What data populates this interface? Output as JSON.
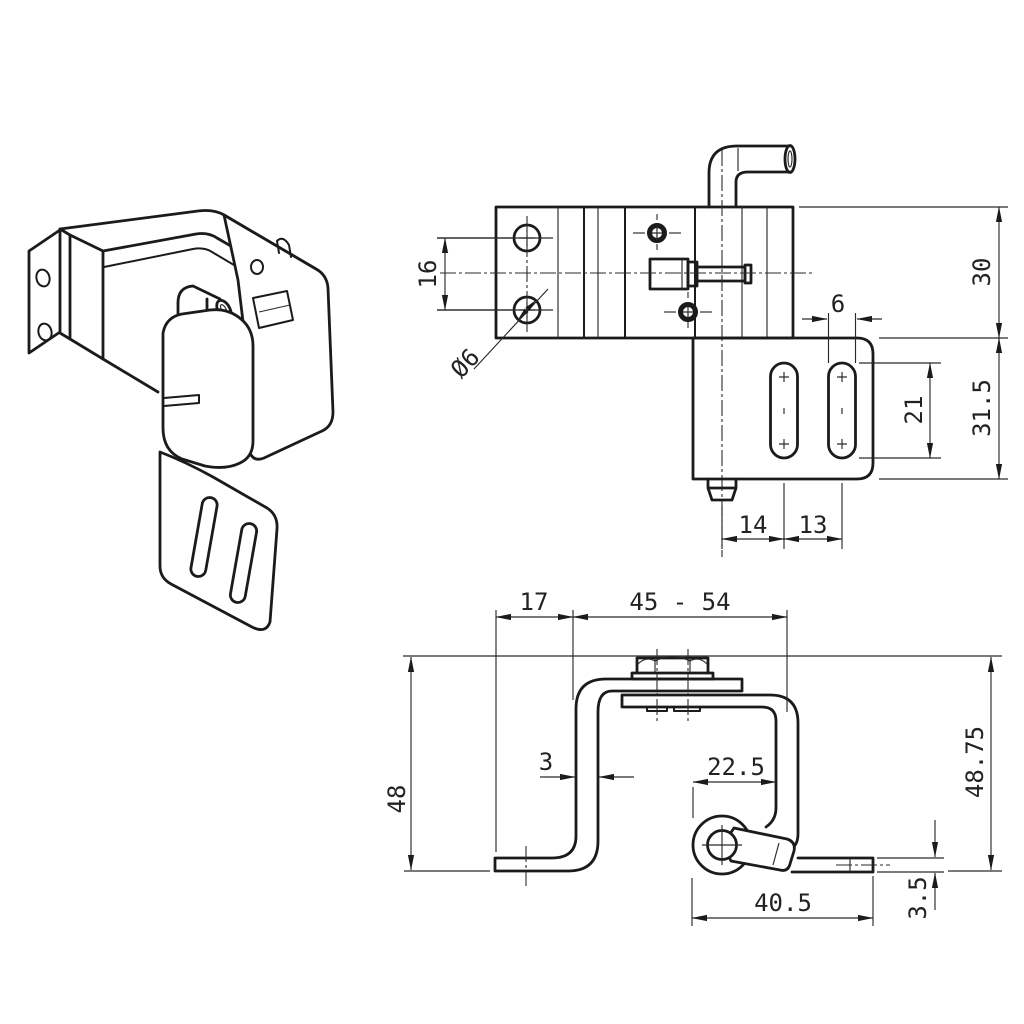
{
  "colors": {
    "line": "#1b1b1b",
    "text": "#222222",
    "background": "#ffffff"
  },
  "front_view": {
    "hole_spacing": "16",
    "hole_diameter": "Ø6",
    "upper_leaf_height": "30",
    "lower_leaf_height": "31.5",
    "slot_width": "6",
    "slot_length": "21",
    "pin_to_slot": "14",
    "slot_to_slot": "13"
  },
  "side_view": {
    "flange_offset": "17",
    "adjustment_range": "45 - 54",
    "bracket_height": "48",
    "material_thickness": "3",
    "pin_offset": "22.5",
    "overall_height": "48.75",
    "base_length": "40.5",
    "base_thickness": "3.5"
  }
}
